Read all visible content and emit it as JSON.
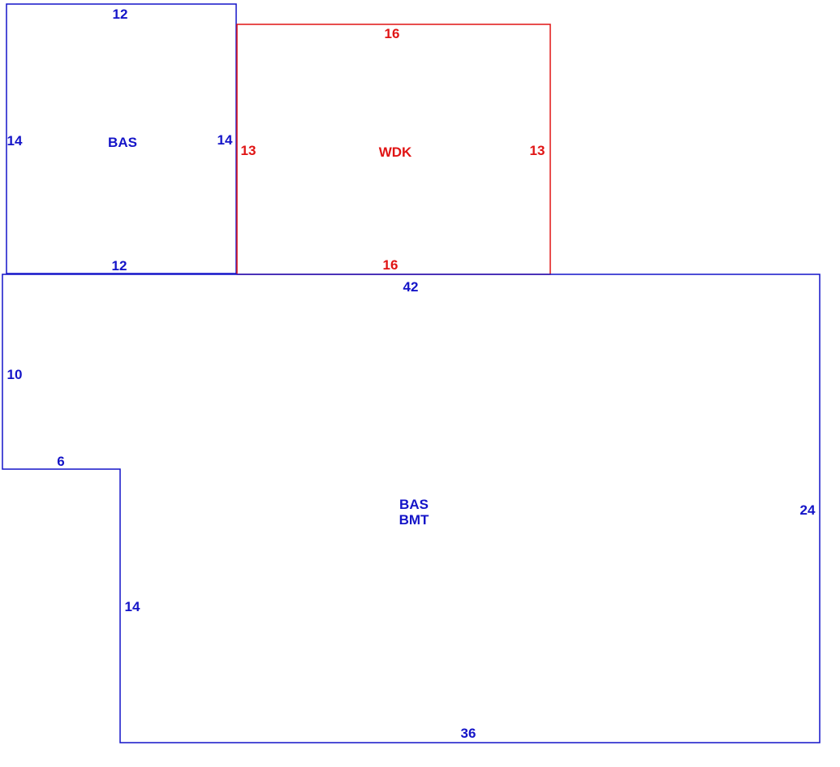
{
  "colors": {
    "blue": "#1414c8",
    "red": "#e01414",
    "background": "#ffffff"
  },
  "sketch": {
    "bas_upper": {
      "label": "BAS",
      "dim_top": "12",
      "dim_left": "14",
      "dim_right": "14",
      "dim_bottom": "12"
    },
    "wdk": {
      "label": "WDK",
      "dim_top": "16",
      "dim_left": "13",
      "dim_right": "13",
      "dim_bottom": "16"
    },
    "bas_bmt": {
      "label_line1": "BAS",
      "label_line2": "BMT",
      "dim_top": "42",
      "dim_left_upper": "10",
      "dim_notch": "6",
      "dim_left_lower": "14",
      "dim_right": "24",
      "dim_bottom": "36"
    }
  }
}
